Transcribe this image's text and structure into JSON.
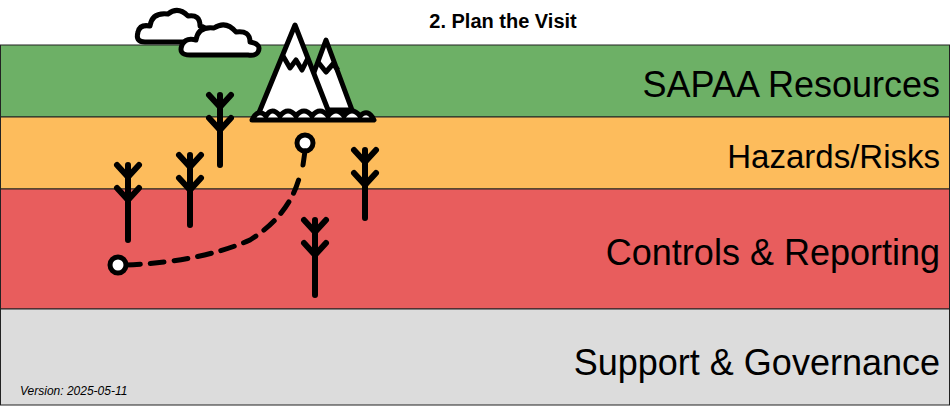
{
  "diagram": {
    "title": "2. Plan the Visit",
    "nodes": [
      {
        "text": [
          "SAPAA Resources"
        ]
      },
      {
        "text": [
          "Hazards/Risks"
        ]
      },
      {
        "text": [
          "Controls & Reporting"
        ]
      },
      {
        "text": [
          "Support & Governance"
        ]
      }
    ],
    "labels": [
      "Version: 2025-05-11"
    ]
  }
}
